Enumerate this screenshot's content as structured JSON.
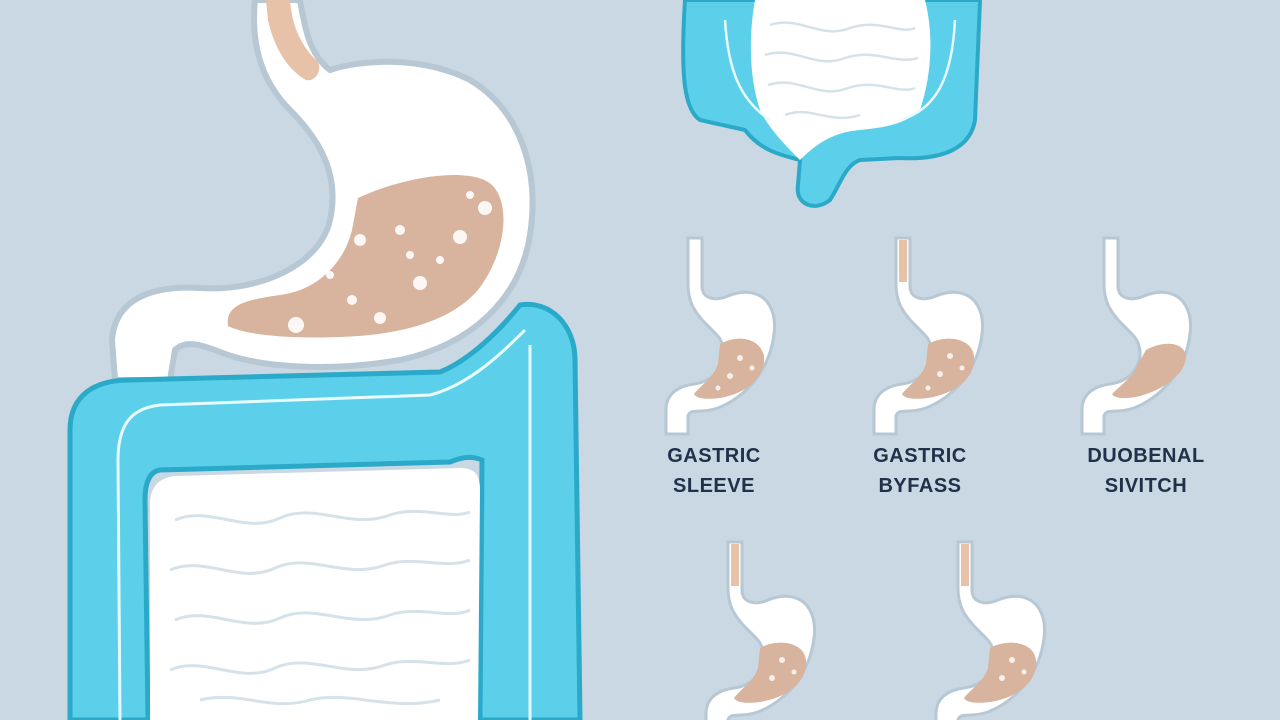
{
  "colors": {
    "background": "#c9d8e2",
    "organ_fill": "#ffffff",
    "organ_outline": "#b7c8d4",
    "food": "#d8b39d",
    "esophagus": "#e7c2a8",
    "colon": "#5cd0ea",
    "colon_outline": "#2aa9c9",
    "label_text": "#22304a"
  },
  "procedures": [
    {
      "line1": "GASTRIC",
      "line2": "SLEEVE"
    },
    {
      "line1": "GASTRIC",
      "line2": "BYFASS"
    },
    {
      "line1": "DUOBENAL",
      "line2": "SIVITCH"
    }
  ]
}
